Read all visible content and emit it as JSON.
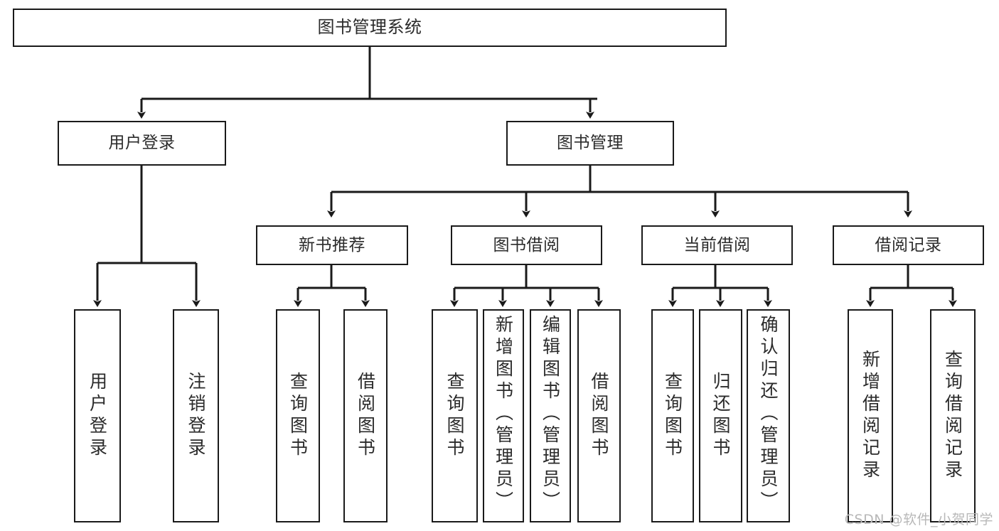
{
  "diagram": {
    "type": "tree-hierarchy",
    "title": "图书管理系统",
    "watermark": "CSDN @软件_小贺同学",
    "colors": {
      "stroke": "#1a1a1a",
      "fill": "#ffffff",
      "text": "#2b2b2b",
      "watermark": "#b8b8b8"
    },
    "levels": {
      "root": {
        "label": "图书管理系统"
      },
      "modules": [
        {
          "id": "user-login",
          "label": "用户登录"
        },
        {
          "id": "book-management",
          "label": "图书管理"
        }
      ],
      "submodules": [
        {
          "id": "new-book-recommend",
          "label": "新书推荐"
        },
        {
          "id": "book-borrow",
          "label": "图书借阅"
        },
        {
          "id": "current-borrow",
          "label": "当前借阅"
        },
        {
          "id": "borrow-record",
          "label": "借阅记录"
        }
      ],
      "leaves": {
        "user_login": [
          {
            "id": "leaf-user-login",
            "label": "用户登录"
          },
          {
            "id": "leaf-logout",
            "label": "注销登录"
          }
        ],
        "new_book_recommend": [
          {
            "id": "leaf-query-book-1",
            "label": "查询图书"
          },
          {
            "id": "leaf-borrow-book-1",
            "label": "借阅图书"
          }
        ],
        "book_borrow": [
          {
            "id": "leaf-query-book-2",
            "label": "查询图书"
          },
          {
            "id": "leaf-add-book",
            "label": "新增图书（管理员）"
          },
          {
            "id": "leaf-edit-book",
            "label": "编辑图书（管理员）"
          },
          {
            "id": "leaf-borrow-book-2",
            "label": "借阅图书"
          }
        ],
        "current_borrow": [
          {
            "id": "leaf-query-book-3",
            "label": "查询图书"
          },
          {
            "id": "leaf-return-book",
            "label": "归还图书"
          },
          {
            "id": "leaf-confirm-return",
            "label": "确认归还（管理员）"
          }
        ],
        "borrow_record": [
          {
            "id": "leaf-add-record",
            "label": "新增借阅记录"
          },
          {
            "id": "leaf-query-record",
            "label": "查询借阅记录"
          }
        ]
      }
    }
  }
}
